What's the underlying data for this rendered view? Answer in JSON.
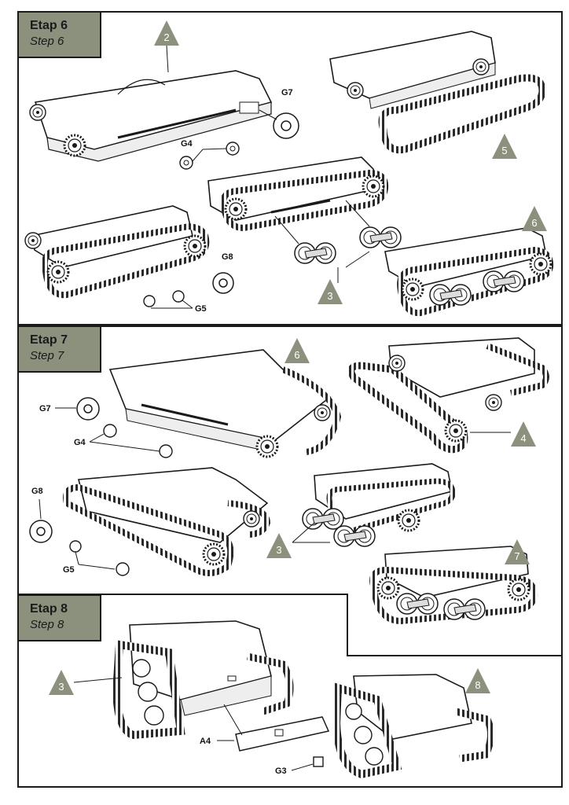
{
  "steps": [
    {
      "label_pl": "Etap 6",
      "label_en": "Step 6"
    },
    {
      "label_pl": "Etap 7",
      "label_en": "Step 7"
    },
    {
      "label_pl": "Etap 8",
      "label_en": "Step 8"
    }
  ],
  "step6": {
    "ref_top": "2",
    "ref_tracks": "5",
    "ref_result": "6",
    "ref_wheels": "3",
    "parts": {
      "g7": "G7",
      "g4": "G4",
      "g8": "G8",
      "g5": "G5"
    }
  },
  "step7": {
    "ref_top": "6",
    "ref_tracks": "4",
    "ref_result": "7",
    "ref_wheels": "3",
    "parts": {
      "g7": "G7",
      "g4": "G4",
      "g8": "G8",
      "g5": "G5"
    }
  },
  "step8": {
    "ref_hull": "3",
    "ref_result": "8",
    "parts": {
      "a4": "A4",
      "g3": "G3"
    }
  },
  "colors": {
    "tag_fill": "#8c917e",
    "triangle_fill": "#8c917e",
    "line": "#1a1a1a"
  }
}
